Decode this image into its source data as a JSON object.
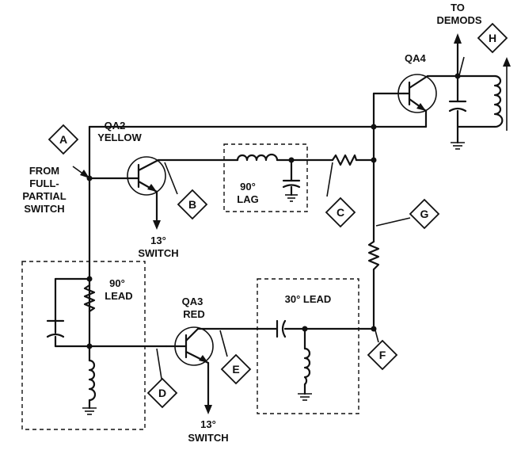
{
  "labels": {
    "to_demods": [
      "TO",
      "DEMODS"
    ],
    "qa4": "QA4",
    "qa2": [
      "QA2",
      "YELLOW"
    ],
    "from_switch": [
      "FROM",
      "FULL-",
      "PARTIAL",
      "SWITCH"
    ],
    "lag": [
      "90°",
      "LAG"
    ],
    "qa2_switch": [
      "13°",
      "SWITCH"
    ],
    "lead90": [
      "90°",
      "LEAD"
    ],
    "qa3": [
      "QA3",
      "RED"
    ],
    "lead30": "30° LEAD",
    "qa3_switch": [
      "13°",
      "SWITCH"
    ]
  },
  "test_points": [
    "A",
    "B",
    "C",
    "D",
    "E",
    "F",
    "G",
    "H"
  ]
}
